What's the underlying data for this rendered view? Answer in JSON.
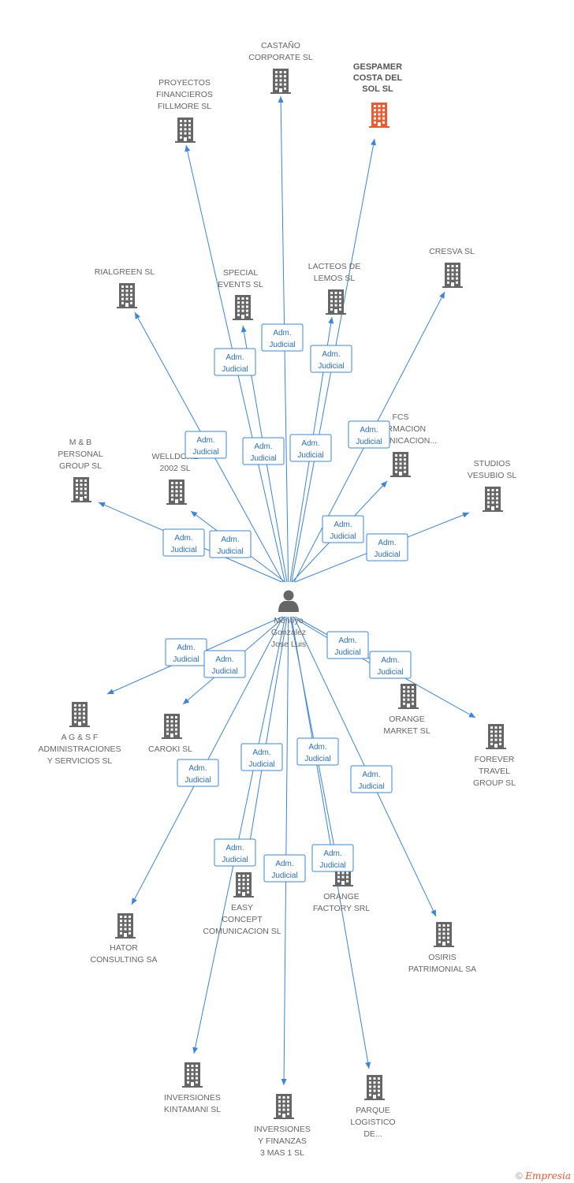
{
  "colors": {
    "edge": "#3a84dd",
    "building": "#666666",
    "building_focus": "#f05a30",
    "person": "#666666"
  },
  "person": {
    "name_lines": [
      "Menoyo",
      "Gonzalez",
      "Jose Luis"
    ],
    "icon": "person-icon"
  },
  "companies": [
    {
      "id": "castano",
      "lines": [
        "CASTAÑO",
        "CORPORATE SL"
      ]
    },
    {
      "id": "gespamer",
      "lines": [
        "GESPAMER",
        "COSTA DEL",
        "SOL SL"
      ],
      "focus": true
    },
    {
      "id": "proyectos",
      "lines": [
        "PROYECTOS",
        "FINANCIEROS",
        "FILLMORE SL"
      ]
    },
    {
      "id": "rialgreen",
      "lines": [
        "RIALGREEN SL"
      ]
    },
    {
      "id": "special",
      "lines": [
        "SPECIAL",
        "EVENTS SL"
      ]
    },
    {
      "id": "lacteos",
      "lines": [
        "LACTEOS DE",
        "LEMOS SL"
      ]
    },
    {
      "id": "cresva",
      "lines": [
        "CRESVA SL"
      ]
    },
    {
      "id": "fcs",
      "lines": [
        "FCS",
        "FORMACION",
        "COMUNICACION..."
      ]
    },
    {
      "id": "mb",
      "lines": [
        "M & B",
        "PERSONAL",
        "GROUP SL"
      ]
    },
    {
      "id": "welldone",
      "lines": [
        "WELLDONE",
        "2002 SL"
      ]
    },
    {
      "id": "vesubio",
      "lines": [
        "STUDIOS",
        "VESUBIO SL"
      ]
    },
    {
      "id": "ags",
      "lines": [
        "A G & S F",
        "ADMINISTRACIONES",
        "Y SERVICIOS SL"
      ]
    },
    {
      "id": "caroki",
      "lines": [
        "CAROKI SL"
      ]
    },
    {
      "id": "orangemkt",
      "lines": [
        "ORANGE",
        "MARKET SL"
      ]
    },
    {
      "id": "forever",
      "lines": [
        "FOREVER",
        "TRAVEL",
        "GROUP SL"
      ]
    },
    {
      "id": "easy",
      "lines": [
        "EASY",
        "CONCEPT",
        "COMUNICACION SL"
      ]
    },
    {
      "id": "orangefac",
      "lines": [
        "ORANGE",
        "FACTORY SRL"
      ]
    },
    {
      "id": "hator",
      "lines": [
        "HATOR",
        "CONSULTING SA"
      ]
    },
    {
      "id": "osiris",
      "lines": [
        "OSIRIS",
        "PATRIMONIAL SA"
      ]
    },
    {
      "id": "kintamani",
      "lines": [
        "INVERSIONES",
        "KINTAMANI SL"
      ]
    },
    {
      "id": "finanzas",
      "lines": [
        "INVERSIONES",
        "Y FINANZAS",
        "3 MAS 1 SL"
      ]
    },
    {
      "id": "parque",
      "lines": [
        "PARQUE",
        "LOGISTICO",
        "DE..."
      ]
    }
  ],
  "relation_label": [
    "Adm.",
    "Judicial"
  ],
  "relations": [
    {
      "to": "castano"
    },
    {
      "to": "gespamer"
    },
    {
      "to": "proyectos"
    },
    {
      "to": "rialgreen"
    },
    {
      "to": "special"
    },
    {
      "to": "lacteos"
    },
    {
      "to": "cresva"
    },
    {
      "to": "fcs"
    },
    {
      "to": "mb"
    },
    {
      "to": "welldone"
    },
    {
      "to": "vesubio"
    },
    {
      "to": "ags"
    },
    {
      "to": "caroki"
    },
    {
      "to": "orangemkt"
    },
    {
      "to": "forever"
    },
    {
      "to": "easy"
    },
    {
      "to": "orangefac"
    },
    {
      "to": "hator"
    },
    {
      "to": "osiris"
    },
    {
      "to": "kintamani"
    },
    {
      "to": "finanzas"
    },
    {
      "to": "parque"
    }
  ],
  "watermark": {
    "copyright": "©",
    "brand": "Empresia"
  }
}
